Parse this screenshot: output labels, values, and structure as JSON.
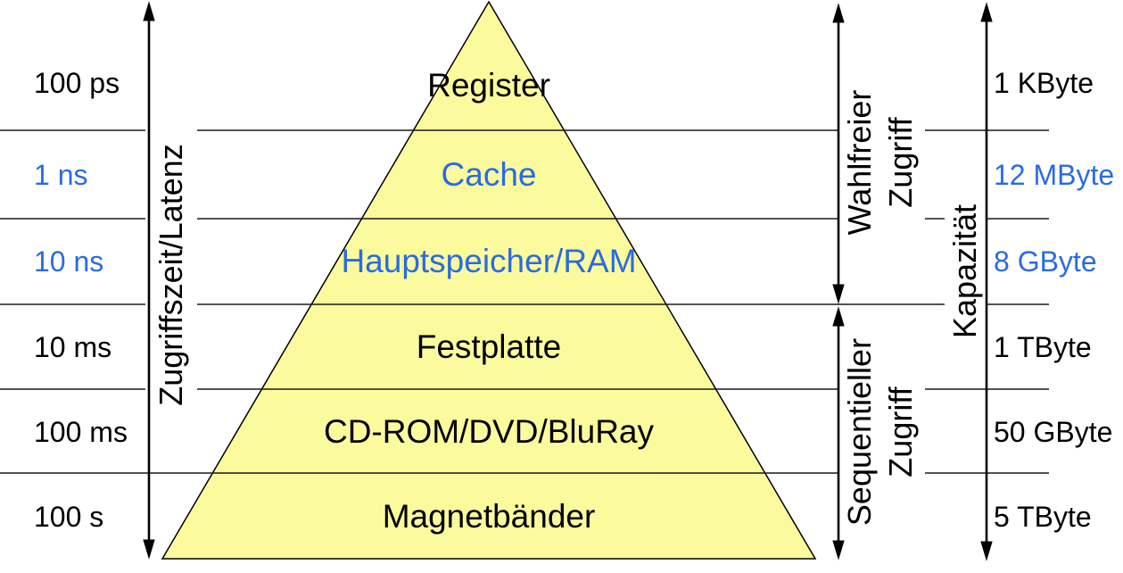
{
  "diagram": {
    "description": "Speicherhierarchie-Pyramide (memory hierarchy pyramid)",
    "levels": [
      {
        "name": "Register",
        "access_time": "100 ps",
        "capacity": "1 KByte",
        "accent": "black"
      },
      {
        "name": "Cache",
        "access_time": "1 ns",
        "capacity": "12 MByte",
        "accent": "blue"
      },
      {
        "name": "Hauptspeicher/RAM",
        "access_time": "10 ns",
        "capacity": "8 GByte",
        "accent": "blue"
      },
      {
        "name": "Festplatte",
        "access_time": "10 ms",
        "capacity": "1 TByte",
        "accent": "black"
      },
      {
        "name": "CD-ROM/DVD/BluRay",
        "access_time": "100 ms",
        "capacity": "50 GByte",
        "accent": "black"
      },
      {
        "name": "Magnetbänder",
        "access_time": "100 s",
        "capacity": "5 TByte",
        "accent": "black"
      }
    ],
    "axes": {
      "latency_label": "Zugriffszeit/Latenz",
      "capacity_label": "Kapazität",
      "random_access_line1": "Wahlfreier",
      "random_access_line2": "Zugriff",
      "sequential_access_line1": "Sequentieller",
      "sequential_access_line2": "Zugriff"
    },
    "colors": {
      "pyramid_fill": "#FBFB9E",
      "highlight_blue": "#2A6BE2",
      "line_black": "#1a1a1a"
    }
  }
}
